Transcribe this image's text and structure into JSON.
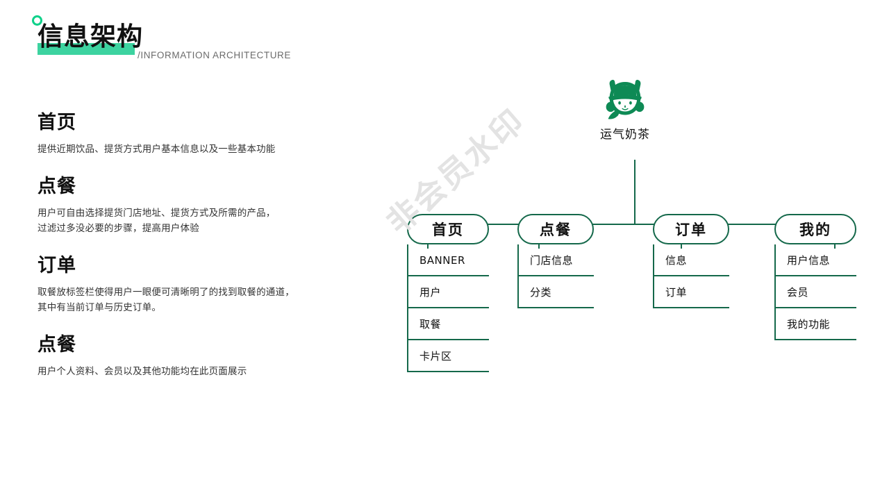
{
  "header": {
    "title": "信息架构",
    "subtitle": "/INFORMATION ARCHITECTURE",
    "accent_color": "#3dd3a0",
    "ring_color": "#0fd18a",
    "ring_icon": "circle-outline-icon"
  },
  "watermark": {
    "text": "非会员水印"
  },
  "sections": [
    {
      "title": "首页",
      "body": "提供近期饮品、提货方式用户基本信息以及一些基本功能"
    },
    {
      "title": "点餐",
      "body": "用户可自由选择提货门店地址、提货方式及所需的产品，\n过滤过多没必要的步骤，提高用户体验"
    },
    {
      "title": "订单",
      "body": "取餐放标签栏使得用户一眼便可清晰明了的找到取餐的通道，\n其中有当前订单与历史订单。"
    },
    {
      "title": "点餐",
      "body": "用户个人资料、会员以及其他功能均在此页面展示"
    }
  ],
  "diagram": {
    "line_color": "#14684a",
    "root": {
      "label": "运气奶茶",
      "logo_icon": "mascot-bear-logo-icon",
      "logo_color": "#0e8a55"
    },
    "branches": [
      {
        "label": "首页",
        "children": [
          "BANNER",
          "用户",
          "取餐",
          "卡片区"
        ]
      },
      {
        "label": "点餐",
        "children": [
          "门店信息",
          "分类"
        ]
      },
      {
        "label": "订单",
        "children": [
          "信息",
          "订单"
        ]
      },
      {
        "label": "我的",
        "children": [
          "用户信息",
          "会员",
          "我的功能"
        ]
      }
    ]
  }
}
